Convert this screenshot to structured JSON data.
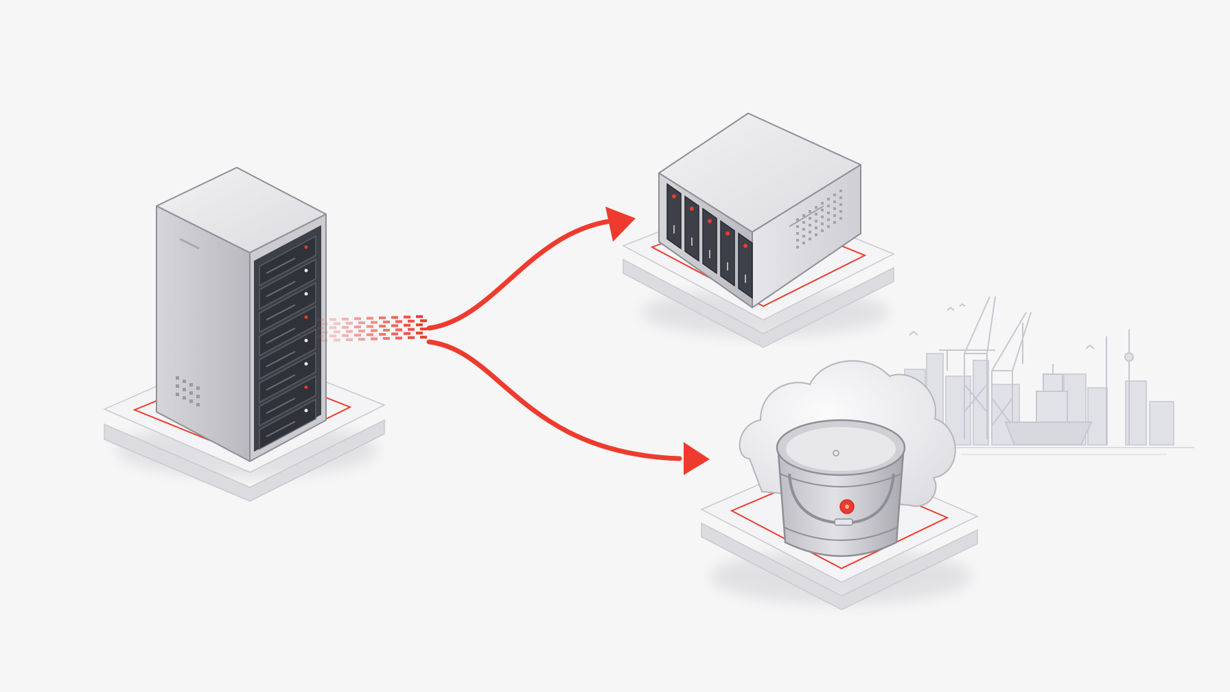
{
  "colors": {
    "background": "#f6f6f7",
    "accent": "#ee3b2d",
    "platform": "#f4f4f6",
    "platform_edge": "#c9c9ce",
    "metal_light": "#e3e3e6",
    "metal_mid": "#c7c7cc",
    "metal_dark": "#9e9ea6",
    "bay_dark": "#3d4048",
    "skyline": "#c2c3cc"
  },
  "nodes": [
    {
      "id": "source",
      "icon": "rack-server-icon"
    },
    {
      "id": "nas",
      "icon": "nas-storage-icon"
    },
    {
      "id": "cloud-bucket",
      "icon": "cloud-bucket-icon"
    }
  ],
  "flows": [
    {
      "from": "source",
      "to": "nas",
      "icon": "arrow-icon"
    },
    {
      "from": "source",
      "to": "cloud-bucket",
      "icon": "arrow-icon"
    }
  ],
  "background_scene": {
    "icon": "port-skyline-icon"
  }
}
